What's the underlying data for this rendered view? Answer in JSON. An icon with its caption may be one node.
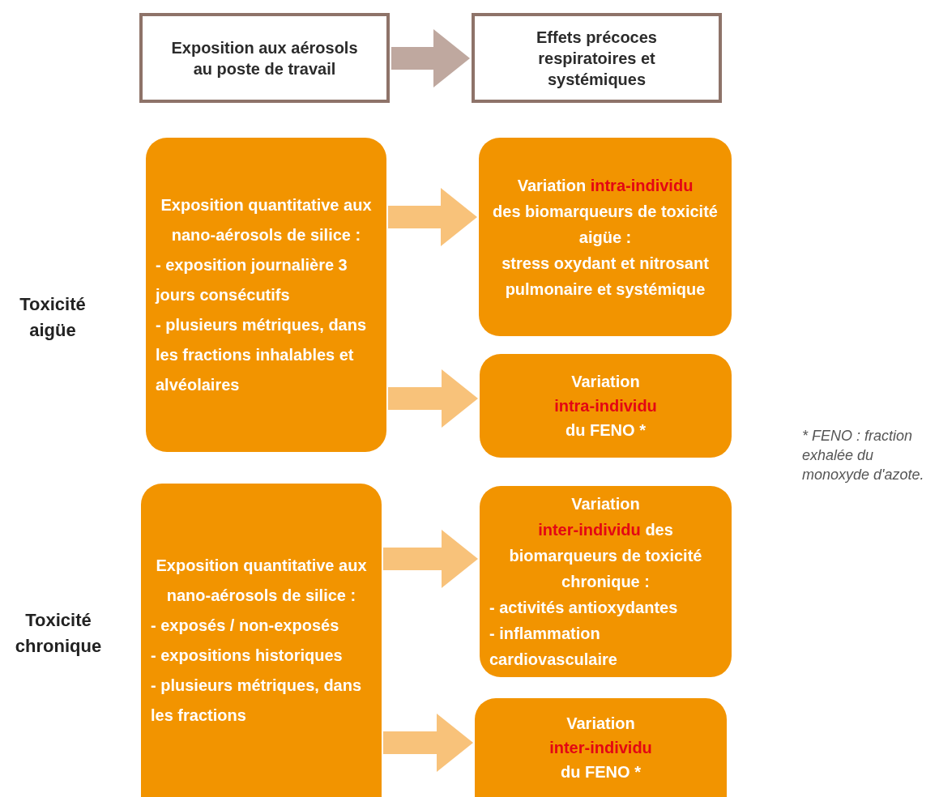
{
  "diagram": {
    "nodes": [
      {
        "text": [
          "Exposition aux aérosols au poste de travail"
        ]
      },
      {
        "text": [
          "Effets précoces respiratoires et systémiques"
        ]
      },
      {
        "text": [
          "Exposition quantitative aux nano-aérosols de silice :",
          "- exposition journalière 3 jours consécutifs",
          "- plusieurs métriques, dans les fractions inhalables et alvéolaires"
        ]
      },
      {
        "text": [
          "Variation",
          "intra-individu",
          "des biomarqueurs de toxicité aigüe :",
          "stress oxydant et nitrosant pulmonaire et systémique"
        ]
      },
      {
        "text": [
          "Variation",
          "intra-individu",
          "du FENO *"
        ]
      },
      {
        "text": [
          "Exposition quantitative aux nano-aérosols de silice :",
          "- exposés / non-exposés",
          "- expositions historiques",
          "- plusieurs métriques, dans les fractions"
        ]
      },
      {
        "text": [
          "Variation",
          "inter-individu",
          "des biomarqueurs de toxicité chronique :",
          "- activités antioxydantes",
          "- inflammation cardiovasculaire"
        ]
      },
      {
        "text": [
          "Variation",
          "inter-individu",
          "du FENO *"
        ]
      }
    ],
    "edges": [
      {
        "from": 0,
        "to": 1,
        "arrow": "to",
        "style": "thick",
        "color": "#bfa89f"
      },
      {
        "from": 2,
        "to": 3,
        "arrow": "to",
        "style": "thick"
      },
      {
        "from": 2,
        "to": 4,
        "arrow": "to",
        "style": "thick"
      },
      {
        "from": 5,
        "to": 6,
        "arrow": "to",
        "style": "thick"
      },
      {
        "from": 5,
        "to": 7,
        "arrow": "to",
        "style": "thick"
      }
    ],
    "labels": [
      "Toxicité aigüe",
      "* FENO : fraction exhalée du monoxyde d'azote.",
      "Toxicité chronique"
    ]
  }
}
